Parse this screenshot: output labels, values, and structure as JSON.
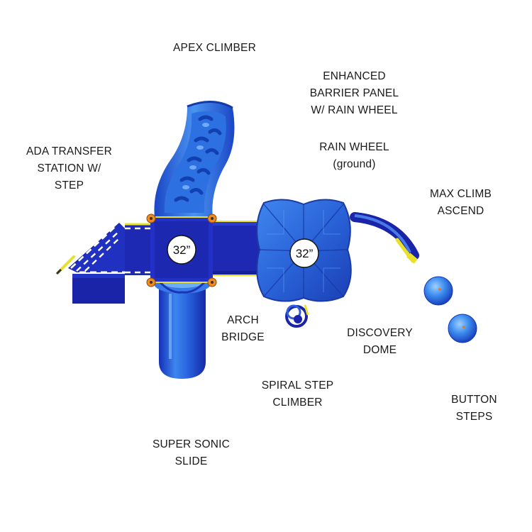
{
  "labels": {
    "apex_climber": [
      "APEX CLIMBER"
    ],
    "enhanced_barrier": [
      "ENHANCED",
      "BARRIER PANEL",
      "W/ RAIN WHEEL"
    ],
    "ada_transfer": [
      "ADA TRANSFER",
      "STATION W/",
      "STEP"
    ],
    "rain_wheel": [
      "RAIN WHEEL",
      "(ground)"
    ],
    "max_climb": [
      "MAX CLIMB",
      "ASCEND"
    ],
    "arch_bridge": [
      "ARCH",
      "BRIDGE"
    ],
    "discovery_dome": [
      "DISCOVERY",
      "DOME"
    ],
    "spiral_step": [
      "SPIRAL STEP",
      "CLIMBER"
    ],
    "button_steps": [
      "BUTTON",
      "STEPS"
    ],
    "super_sonic": [
      "SUPER SONIC",
      "SLIDE"
    ]
  },
  "deck_heights": {
    "left_deck": "32”",
    "right_deck": "32”"
  },
  "colors": {
    "primary_blue": "#1f5fd6",
    "dark_blue": "#1a24a8",
    "light_blue": "#5fa6f2",
    "yellow_trim": "#e9e02a",
    "orange_clamp": "#f08a1c"
  }
}
